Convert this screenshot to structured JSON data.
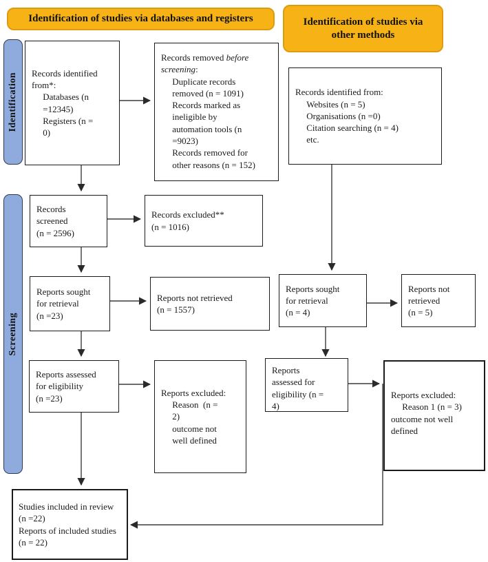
{
  "headers": {
    "databases": "Identification of studies via databases and registers",
    "other": "Identification of studies via\nother methods"
  },
  "sidebars": {
    "identification": "Identification",
    "screening": "Screening"
  },
  "colors": {
    "header_bg": "#F7B315",
    "header_border": "#DD9B12",
    "sidebar_bg": "#8FAADC",
    "box_border": "#1a1a1a",
    "line": "#3a3a3a"
  },
  "boxes": {
    "records_identified": "Records identified\nfrom*:\n     Databases (n\n     =12345)\n     Registers (n =\n     0)",
    "records_removed": {
      "pre": "Records removed ",
      "italic": "before\nscreening",
      "post": ":\n     Duplicate records\n     removed (n = 1091)\n     Records marked as\n     ineligible by\n     automation tools (n\n     =9023)\n     Records removed for\n     other reasons (n = 152)"
    },
    "records_identified_other": "Records identified from:\n     Websites (n = 5)\n     Organisations (n =0)\n     Citation searching (n = 4)\n     etc.",
    "records_screened": "Records\nscreened\n(n = 2596)",
    "records_excluded": "Records excluded**\n(n = 1016)",
    "reports_sought": "Reports sought\nfor retrieval\n(n =23)",
    "reports_not_retrieved": "Reports not retrieved\n(n = 1557)",
    "reports_sought_other": "Reports sought\nfor retrieval\n(n = 4)",
    "reports_not_retrieved_other": "Reports not\nretrieved\n(n = 5)",
    "reports_assessed": "Reports assessed\nfor eligibility\n(n =23)",
    "reports_excluded": "Reports excluded:\n     Reason  (n =\n     2)\n     outcome not\n     well defined",
    "reports_assessed_other": "Reports\nassessed for\neligibility (n =\n4)",
    "reports_excluded_other": "Reports excluded:\n     Reason 1 (n = 3)\noutcome not well\ndefined",
    "studies_included": "Studies included in review\n(n =22)\nReports of included studies\n(n = 22)"
  }
}
